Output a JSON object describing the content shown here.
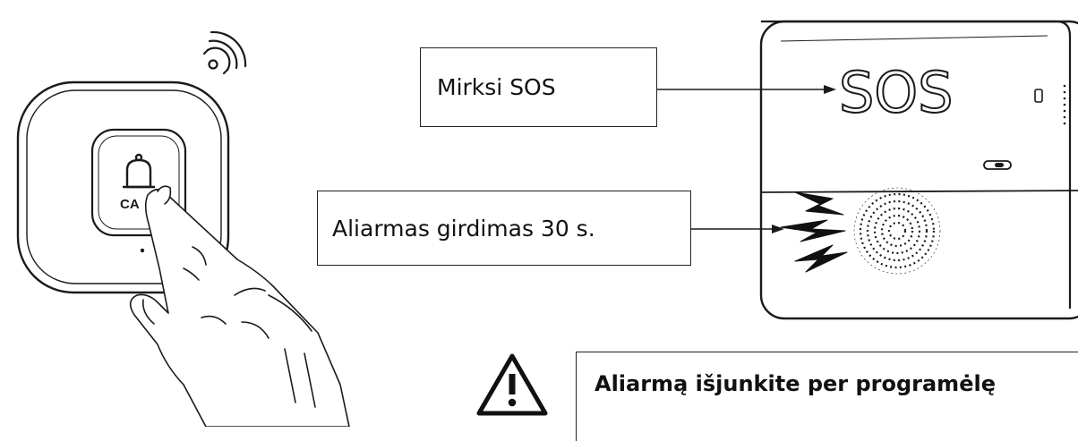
{
  "labels": {
    "blink": "Mirksi SOS",
    "alarm": "Aliarmas girdimas 30 s.",
    "warning": "Aliarmą išjunkite per programėlę"
  },
  "device": {
    "button_text": "CA",
    "panel_text": "SOS"
  },
  "icons": [
    "wifi-icon",
    "bell-icon",
    "warning-icon",
    "lightning-icon"
  ]
}
